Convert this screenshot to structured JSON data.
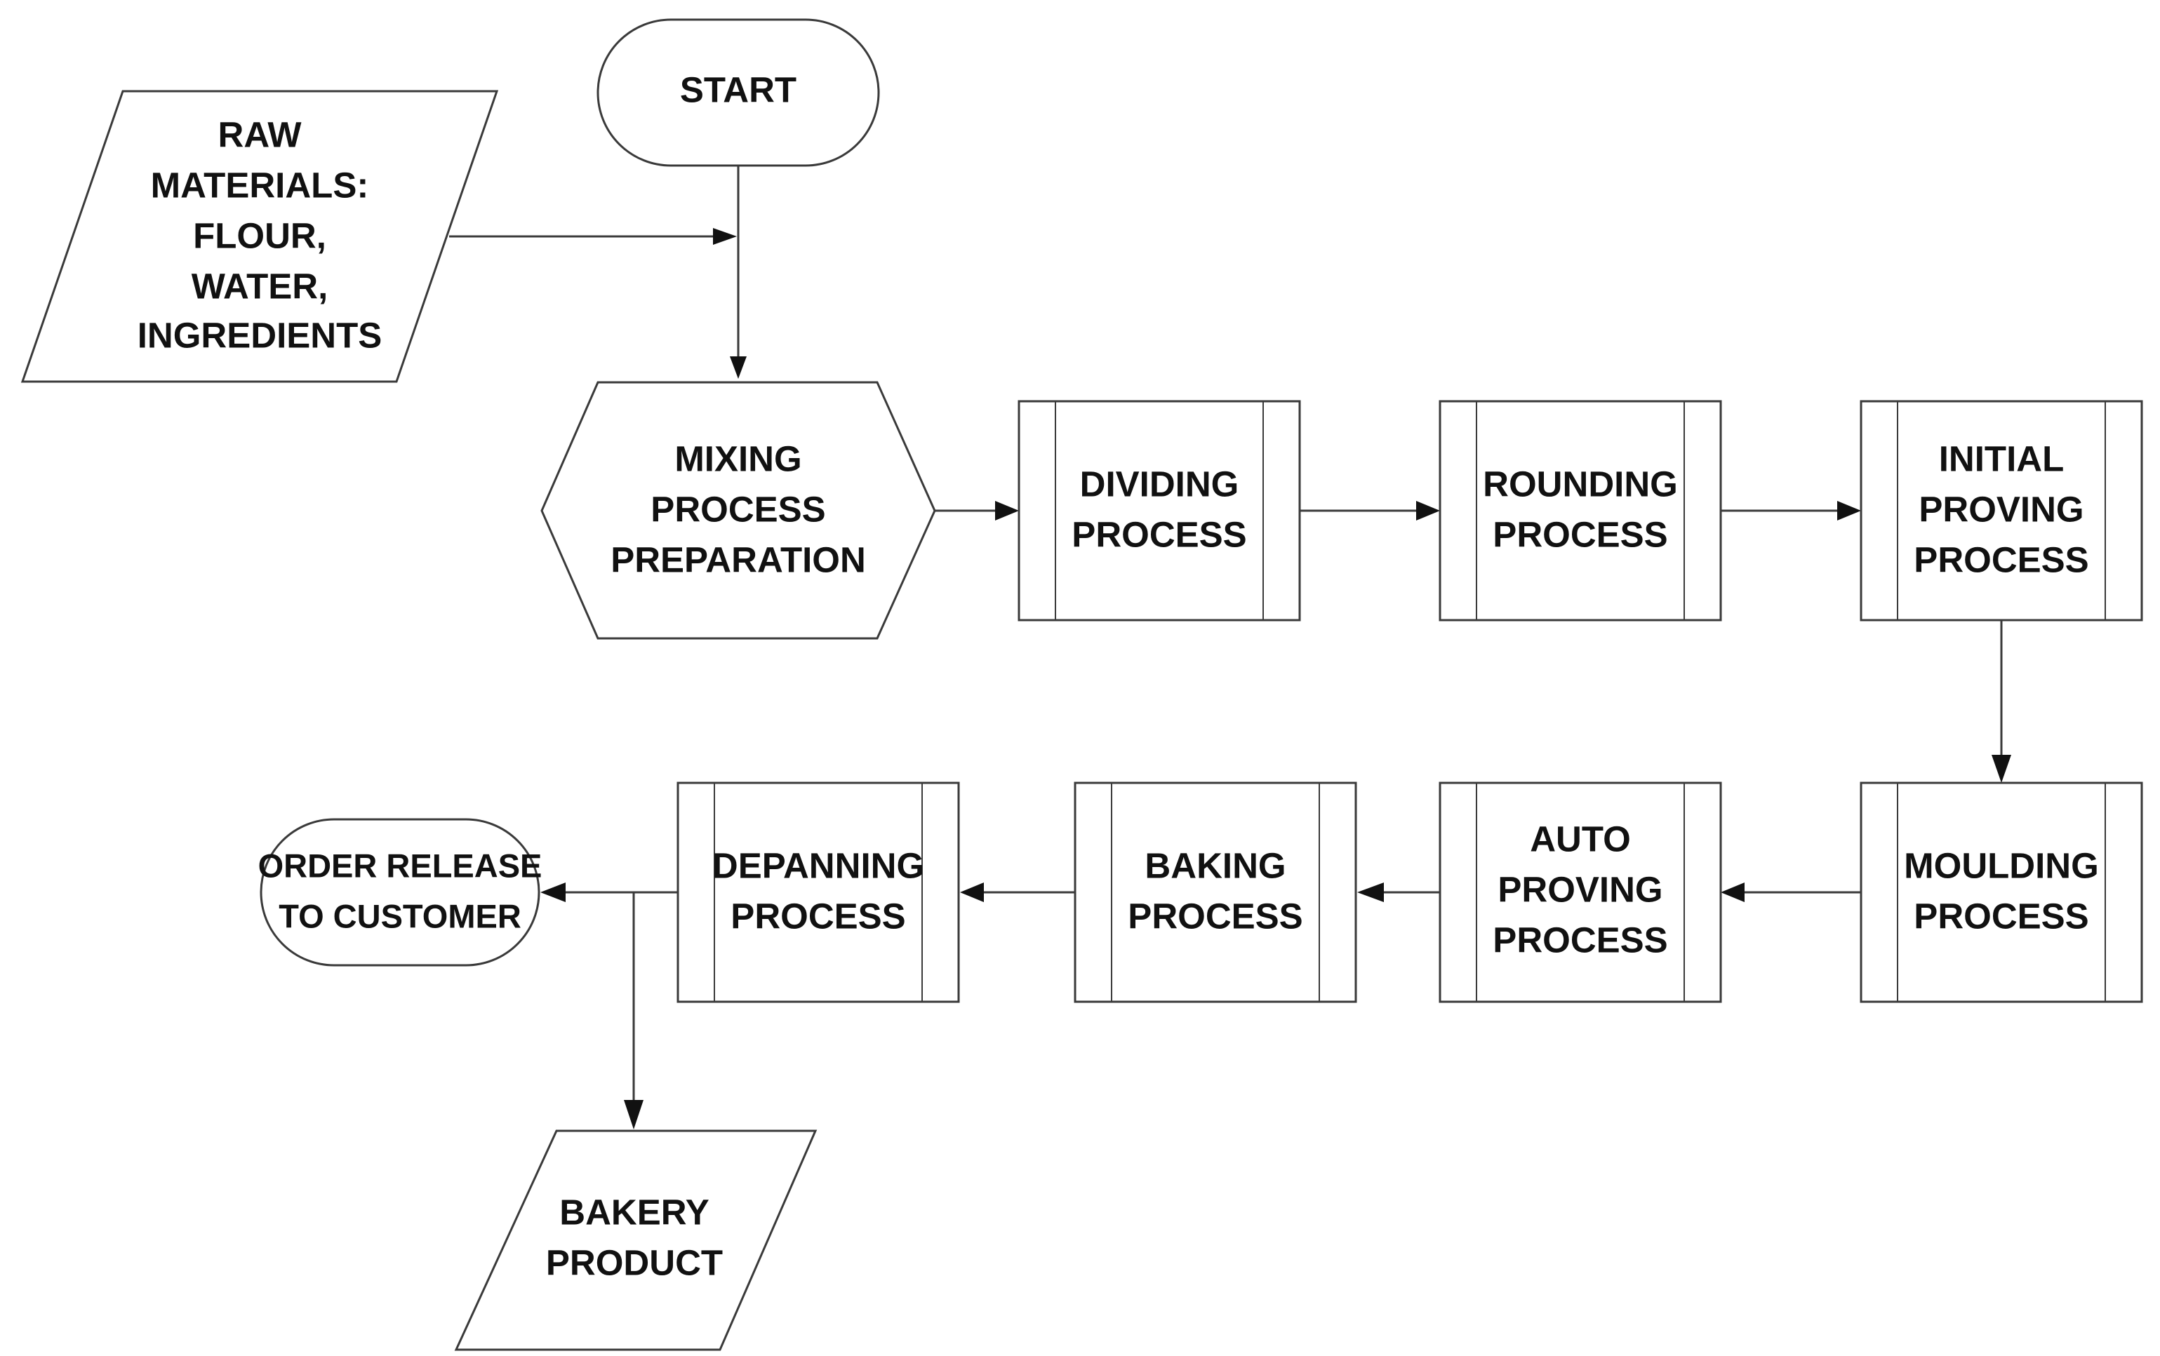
{
  "nodes": {
    "start": [
      "START"
    ],
    "raw_materials": [
      "RAW",
      "MATERIALS:",
      "FLOUR,",
      "WATER,",
      "INGREDIENTS"
    ],
    "mixing": [
      "MIXING",
      "PROCESS",
      "PREPARATION"
    ],
    "dividing": [
      "DIVIDING",
      "PROCESS"
    ],
    "rounding": [
      "ROUNDING",
      "PROCESS"
    ],
    "initial_proving": [
      "INITIAL",
      "PROVING",
      "PROCESS"
    ],
    "moulding": [
      "MOULDING",
      "PROCESS"
    ],
    "auto_proving": [
      "AUTO",
      "PROVING",
      "PROCESS"
    ],
    "baking": [
      "BAKING",
      "PROCESS"
    ],
    "depanning": [
      "DEPANNING",
      "PROCESS"
    ],
    "order_release": [
      "ORDER RELEASE",
      "TO CUSTOMER"
    ],
    "bakery_product": [
      "BAKERY",
      "PRODUCT"
    ]
  },
  "edges": [
    {
      "from": "start",
      "to": "mixing"
    },
    {
      "from": "raw_materials",
      "to": "mixing"
    },
    {
      "from": "mixing",
      "to": "dividing"
    },
    {
      "from": "dividing",
      "to": "rounding"
    },
    {
      "from": "rounding",
      "to": "initial_proving"
    },
    {
      "from": "initial_proving",
      "to": "moulding"
    },
    {
      "from": "moulding",
      "to": "auto_proving"
    },
    {
      "from": "auto_proving",
      "to": "baking"
    },
    {
      "from": "baking",
      "to": "depanning"
    },
    {
      "from": "depanning",
      "to": "order_release"
    },
    {
      "from": "depanning",
      "to": "bakery_product"
    }
  ]
}
